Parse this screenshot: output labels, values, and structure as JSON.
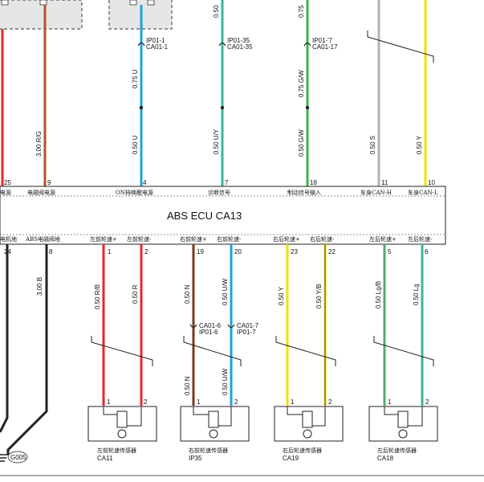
{
  "ecu": {
    "title": "ABS ECU  CA13"
  },
  "top_pins": [
    {
      "pin": "25",
      "label": "电源"
    },
    {
      "pin": "9",
      "label": "电磁阀电源"
    },
    {
      "pin": "4",
      "label": "ON档唤醒电源"
    },
    {
      "pin": "7",
      "label": "诊断信号"
    },
    {
      "pin": "18",
      "label": "制动信号输入"
    },
    {
      "pin": "11",
      "label": "车身CAN-H"
    },
    {
      "pin": "10",
      "label": "车身CAN-L"
    }
  ],
  "bottom_pins": [
    {
      "pin": "24",
      "label": "电机地"
    },
    {
      "pin": "8",
      "label": "ABS电磁阀地"
    },
    {
      "pin": "1",
      "label": "左前轮速+"
    },
    {
      "pin": "2",
      "label": "左前轮速-"
    },
    {
      "pin": "19",
      "label": "右前轮速+"
    },
    {
      "pin": "20",
      "label": "右前轮速-"
    },
    {
      "pin": "23",
      "label": "右后轮速+"
    },
    {
      "pin": "22",
      "label": "右后轮速-"
    },
    {
      "pin": "5",
      "label": "左后轮速+"
    },
    {
      "pin": "6",
      "label": "左后轮速-"
    }
  ],
  "top_wire_labels": {
    "w9": "3.00 R/G",
    "w4a": "0.75 U",
    "w4b": "0.50 U",
    "w7a": "0.50",
    "w7b": "0.50 U/Y",
    "w18a": "0.75",
    "w18b": "0.75 G/W",
    "w18c": "0.50 G/W",
    "w11": "0.50 S",
    "w10": "0.50 Y"
  },
  "top_connectors": [
    {
      "id": "c4",
      "line1": "IP01-1",
      "line2": "CA01-1"
    },
    {
      "id": "c7",
      "line1": "IP01-35",
      "line2": "CA01-35"
    },
    {
      "id": "c18",
      "line1": "IP01-'7",
      "line2": "CA01-17"
    }
  ],
  "bottom_wire_labels": {
    "w8": "3.00 B",
    "lf1": "0.50 R/B",
    "lf2": "0.50 R",
    "rf1a": "0.50 N",
    "rf2a": "0.50 U/W",
    "rf1b": "0.50 N",
    "rf2b": "0.50 U/W",
    "rr1": "0.50 Y",
    "rr2": "0.50 Y/B",
    "lr1": "0.50 Lg/B",
    "lr2": "0.50 Lg"
  },
  "bottom_connectors": [
    {
      "id": "cb1",
      "line1": "CA01-6",
      "line2": "IP01-6"
    },
    {
      "id": "cb2",
      "line1": "CA01-7",
      "line2": "IP01-7"
    }
  ],
  "sensors": [
    {
      "name": "左前轮速传感器",
      "code": "CA11",
      "p1": "1",
      "p2": "2"
    },
    {
      "name": "右前轮速传感器",
      "code": "IP35",
      "p1": "1",
      "p2": "2"
    },
    {
      "name": "右后轮速传感器",
      "code": "CA19",
      "p1": "1",
      "p2": "2"
    },
    {
      "name": "左后轮速传感器",
      "code": "CA18",
      "p1": "1",
      "p2": "2"
    }
  ],
  "ground": {
    "label": "G005"
  },
  "colors": {
    "red": "#e8262b",
    "brown_red": "#b5502a",
    "blue": "#1aa3e0",
    "teal": "#3cb49c",
    "green": "#3db54a",
    "gray": "#b4b4b4",
    "yellow": "#f4e000",
    "black": "#222222",
    "brown": "#7a3a1e",
    "lightgreen": "#4caf6e"
  }
}
